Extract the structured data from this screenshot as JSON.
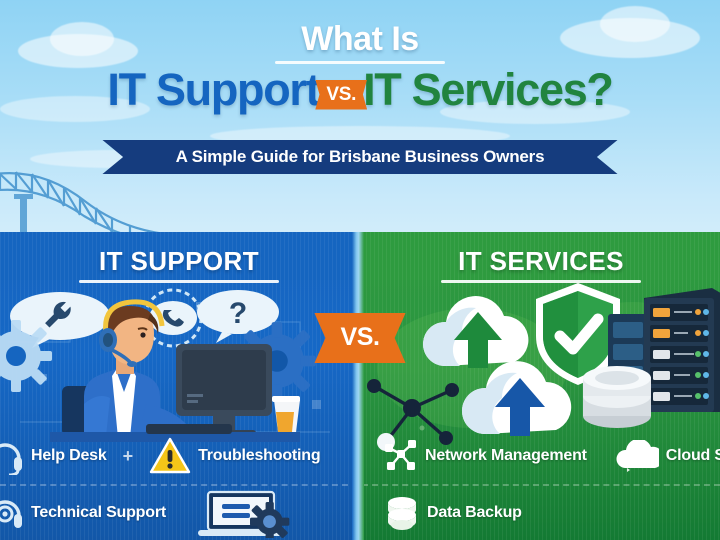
{
  "header": {
    "line1": "What Is",
    "title_left": "IT Support",
    "vs_badge": "VS.",
    "title_right": "IT Services?",
    "subtitle": "A Simple Guide for Brisbane Business Owners"
  },
  "center_badge": {
    "label": "VS."
  },
  "panels": {
    "left": {
      "title": "IT SUPPORT",
      "plus": "+",
      "features": [
        {
          "label": "Help Desk",
          "icon": "headset-icon"
        },
        {
          "label": "Troubleshooting",
          "icon": "warning-triangle-icon"
        },
        {
          "label": "Technical Support",
          "icon": "headset-support-icon"
        },
        {
          "label": "",
          "icon": "laptop-gear-icon"
        }
      ]
    },
    "right": {
      "title": "IT SERVICES",
      "features": [
        {
          "label": "Network Management",
          "icon": "network-nodes-icon"
        },
        {
          "label": "Cloud Solutio",
          "icon": "cloud-icon"
        },
        {
          "label": "Data Backup",
          "icon": "database-stack-icon"
        }
      ]
    }
  },
  "illustrations": {
    "left": [
      "support-agent-with-headset",
      "desktop-monitor",
      "keyboard",
      "gear-icon",
      "wrench-speech-bubble",
      "phone-clock-bubble",
      "question-mark-bubble",
      "coffee-cup"
    ],
    "right": [
      "cloud-upload-green-arrow",
      "cloud-upload-blue-arrow",
      "shield-check-icon",
      "server-rack",
      "database-cylinder",
      "network-graph"
    ]
  },
  "background": {
    "scene": "brisbane-skyline-with-story-bridge",
    "sky": "clouds"
  },
  "colors": {
    "sky_top": "#8FD3F4",
    "support_blue": "#1565C0",
    "services_green": "#21843F",
    "panel_green": "#2E9B3F",
    "accent_orange": "#E8701A",
    "banner_navy": "#153C7E",
    "white": "#FFFFFF",
    "warning_yellow": "#F5C518"
  }
}
